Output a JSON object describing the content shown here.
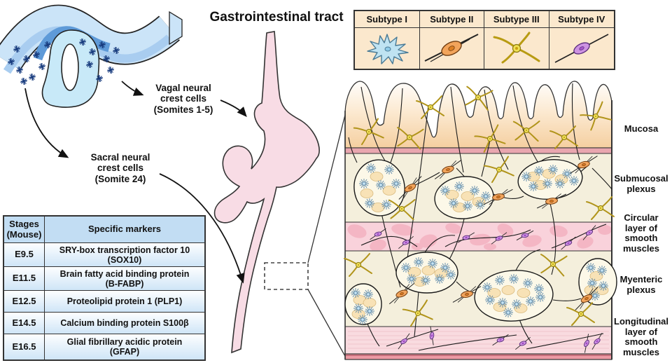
{
  "title": "Gastrointestinal tract",
  "annotations": {
    "vagal": "Vagal neural\ncrest cells\n(Somites 1-5)",
    "sacral": "Sacral neural\ncrest cells\n(Somite 24)"
  },
  "subtype_table": {
    "headers": [
      "Subtype I",
      "Subtype II",
      "Subtype III",
      "Subtype IV"
    ],
    "cell_icons": [
      "stellate-blue-glial-cell-icon",
      "bipolar-orange-glial-cell-icon",
      "branched-yellow-glial-cell-icon",
      "bipolar-purple-glial-cell-icon"
    ]
  },
  "markers_table": {
    "col_headers": [
      "Stages\n(Mouse)",
      "Specific markers"
    ],
    "rows": [
      {
        "stage": "E9.5",
        "marker": "SRY-box transcription factor 10\n(SOX10)"
      },
      {
        "stage": "E11.5",
        "marker": "Brain fatty acid binding protein\n(B-FABP)"
      },
      {
        "stage": "E12.5",
        "marker": "Proteolipid protein 1 (PLP1)"
      },
      {
        "stage": "E14.5",
        "marker": "Calcium binding protein S100β"
      },
      {
        "stage": "E16.5",
        "marker": "Glial fibrillary acidic protein\n(GFAP)"
      }
    ]
  },
  "gut_wall_layers": [
    "Mucosa",
    "Submucosal\nplexus",
    "Circular\nlayer of\nsmooth\nmuscles",
    "Myenteric\nplexus",
    "Longitudinal\nlayer of\nsmooth\nmuscles"
  ],
  "colors": {
    "gut_pink": "#F8DCE5",
    "table_peach": "#FBE8CD",
    "table_blue_header": "#C2DDF3",
    "plexus_cream": "#F4EFDC",
    "muscle_pink": "#F9D2DB",
    "mucosa_peach": "#F6D2A4",
    "glial_blue": "#BFE3F2",
    "glial_orange": "#F2A45B",
    "glial_yellow": "#F0E055",
    "glial_purple": "#CD92E2",
    "neural_blue": "#CBE4F8",
    "neural_dark_blue": "#5E9AD8"
  }
}
